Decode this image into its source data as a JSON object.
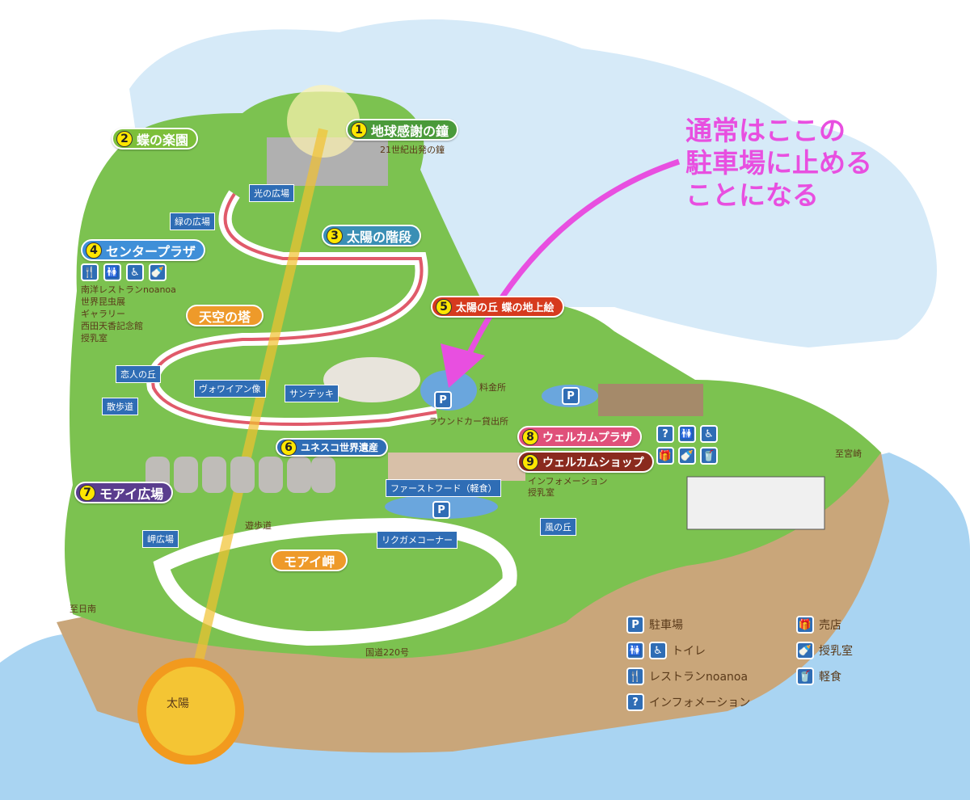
{
  "annotation": {
    "lines": [
      "通常はここの",
      "駐車場に止める",
      "ことになる"
    ],
    "color": "#e84fe0"
  },
  "spots": [
    {
      "num": "1",
      "label": "地球感謝の鐘",
      "color": "#4a9a3a"
    },
    {
      "num": "2",
      "label": "蝶の楽園",
      "color": "#7cbf3a"
    },
    {
      "num": "3",
      "label": "太陽の階段",
      "color": "#3a8fb5"
    },
    {
      "num": "4",
      "label": "センタープラザ",
      "color": "#3f8fd8"
    },
    {
      "num": "5",
      "label": "太陽の丘 蝶の地上絵",
      "color": "#d63a1e"
    },
    {
      "num": "6",
      "label": "ユネスコ世界遺産",
      "color": "#2f6db5"
    },
    {
      "num": "7",
      "label": "モアイ広場",
      "color": "#5a3d8e"
    },
    {
      "num": "8",
      "label": "ウェルカムプラザ",
      "color": "#e0507a"
    },
    {
      "num": "9",
      "label": "ウェルカムショップ",
      "color": "#8a2a1e"
    }
  ],
  "orange_labels": {
    "tower": "天空の塔",
    "cape": "モアイ岬"
  },
  "tags": {
    "hikari": "光の広場",
    "midori": "緑の広場",
    "koibito": "恋人の丘",
    "voyan": "ヴォワイアン像",
    "sundeck": "サンデッキ",
    "sanpo": "散歩道",
    "fastfood": "ファーストフード（軽食）",
    "misaki": "岬広場",
    "rikugame": "リクガメコーナー",
    "kaze": "風の丘"
  },
  "texts": {
    "bell21": "21世紀出発の鐘",
    "ryokin": "料金所",
    "roundcar": "ラウンドカー貸出所",
    "info_nursing": [
      "インフォメーション",
      "授乳室"
    ],
    "yuhodo": "遊歩道",
    "nichinan": "至日南",
    "miyazaki": "至宮崎",
    "route": "国道220号",
    "sun": "太陽"
  },
  "center_plaza_facilities": [
    "南洋レストランnoanoa",
    "世界昆虫展",
    "ギャラリー",
    "西田天香記念館",
    "授乳室"
  ],
  "parking_symbol": "P",
  "legend": [
    {
      "icon": "parking-icon",
      "glyph": "P",
      "label": "駐車場"
    },
    {
      "icon": "toilet-icon",
      "glyph": "🚻",
      "label": "トイレ"
    },
    {
      "icon": "restaurant-icon",
      "glyph": "🍴",
      "label": "レストランnoanoa"
    },
    {
      "icon": "info-icon",
      "glyph": "?",
      "label": "インフォメーション"
    },
    {
      "icon": "shop-icon",
      "glyph": "🎁",
      "label": "売店"
    },
    {
      "icon": "nursing-icon",
      "glyph": "🍼",
      "label": "授乳室"
    },
    {
      "icon": "snack-icon",
      "glyph": "🥤",
      "label": "軽食"
    }
  ]
}
